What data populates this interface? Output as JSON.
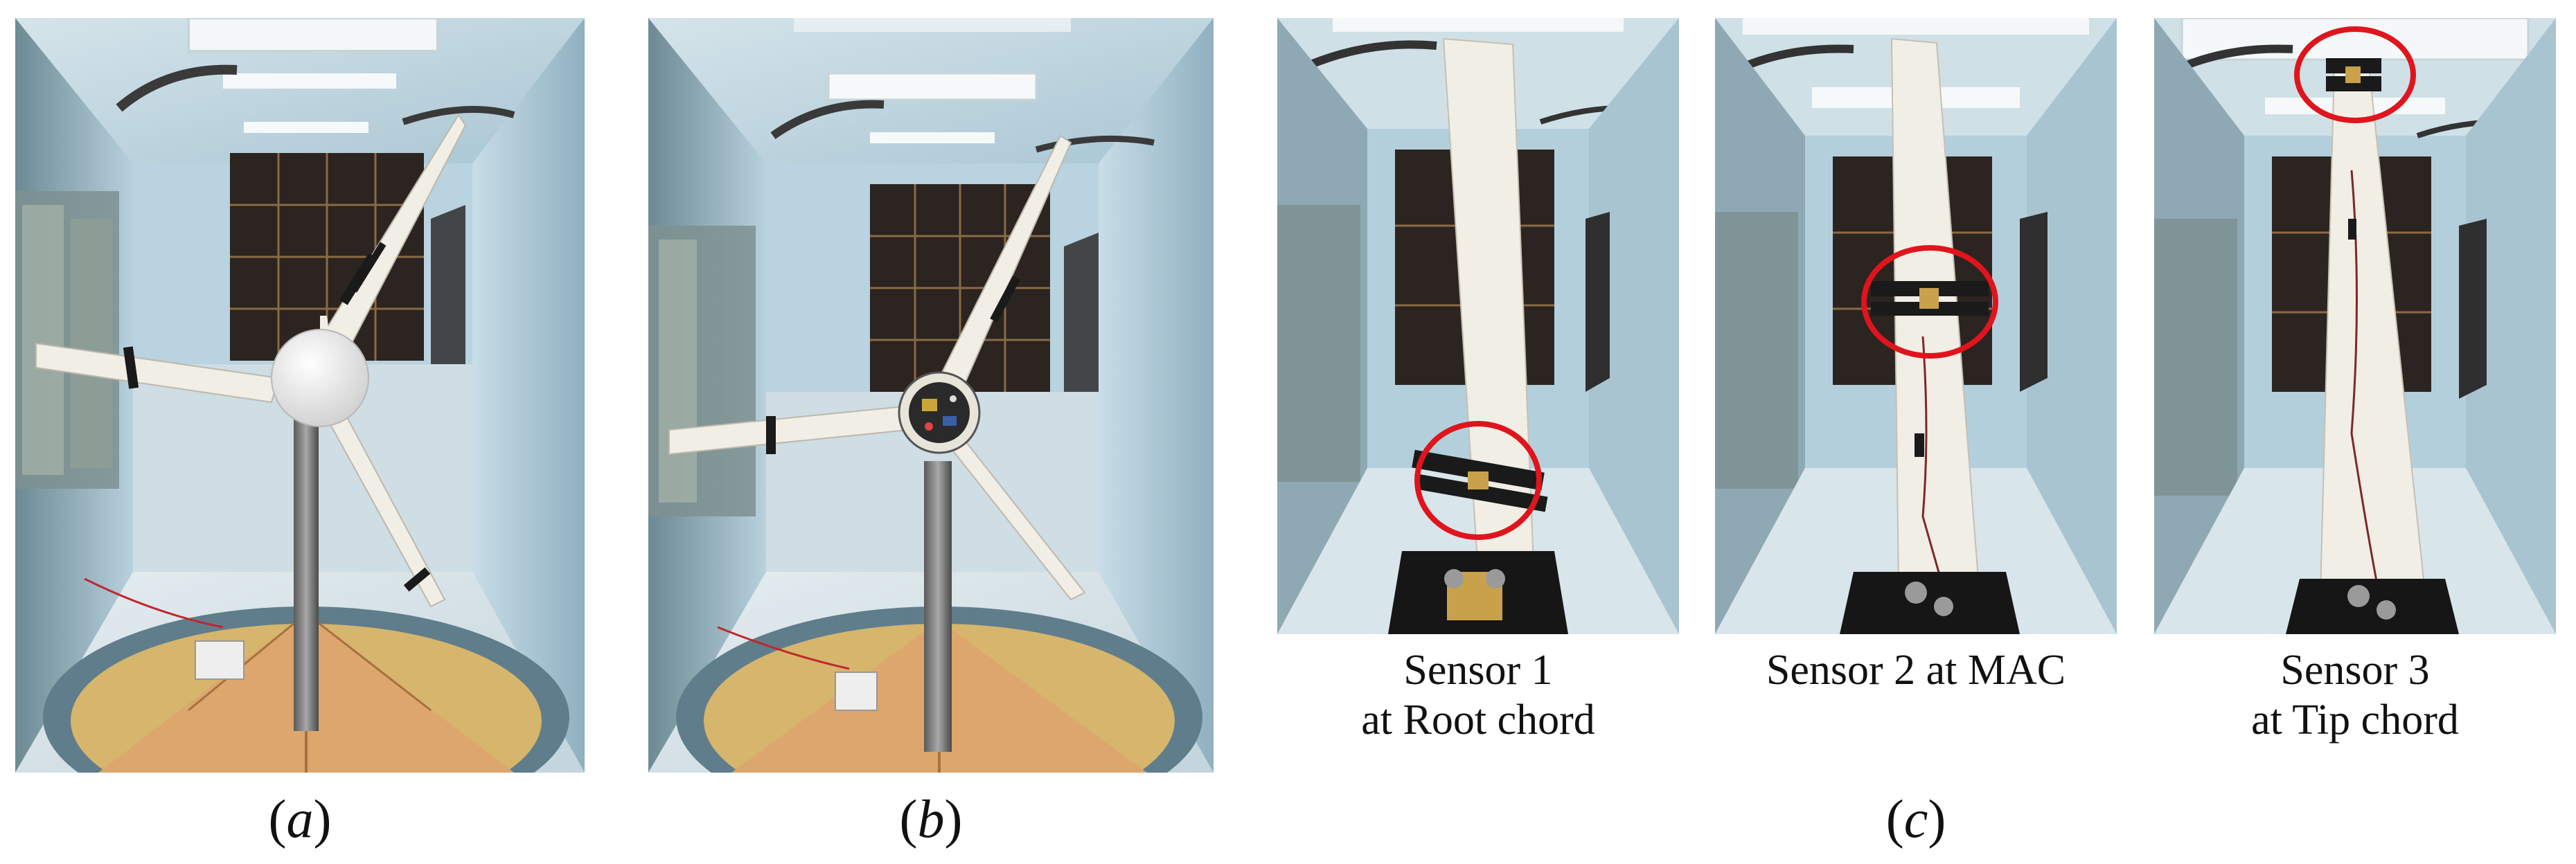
{
  "figure": {
    "panels": [
      {
        "id": "a",
        "label_open": "(",
        "label_letter": "a",
        "label_close": ")",
        "photo": "wind turbine with nose cone in wind tunnel"
      },
      {
        "id": "b",
        "label_open": "(",
        "label_letter": "b",
        "label_close": ")",
        "photo": "wind turbine without nose cone, electronics visible"
      },
      {
        "id": "c",
        "label_open": "(",
        "label_letter": "c",
        "label_close": ")",
        "photo": "blade sensor positions"
      }
    ],
    "sensor_captions": [
      {
        "line1": "Sensor 1",
        "line2": "at Root chord"
      },
      {
        "line1": "Sensor 2 at MAC",
        "line2": ""
      },
      {
        "line1": "Sensor 3",
        "line2": "at Tip chord"
      }
    ],
    "colors": {
      "tunnel_wall": "#b9d3e0",
      "floor": "#d6e3e8",
      "blade": "#f1eee6",
      "tape": "#1a1a1a",
      "highlight_circle": "#e0141c",
      "platform_wood": "#d9a46a"
    }
  }
}
